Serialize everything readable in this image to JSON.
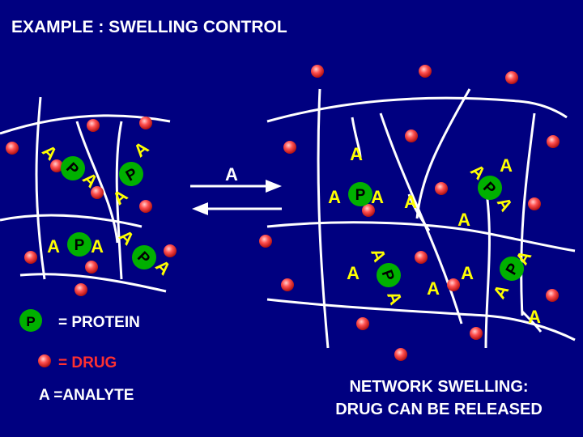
{
  "title": "EXAMPLE : SWELLING CONTROL",
  "arrow_label": "A",
  "legend": {
    "protein_symbol": "P",
    "protein_text": "= PROTEIN",
    "drug_text": "= DRUG",
    "analyte_text": "A =ANALYTE"
  },
  "caption": {
    "line1": "NETWORK SWELLING:",
    "line2": "DRUG CAN BE RELEASED"
  },
  "letters": {
    "analyte": "A",
    "protein": "P"
  },
  "colors": {
    "background": "#000080",
    "network_line": "#ffffff",
    "analyte_yellow": "#ffff00",
    "protein_green": "#00b000",
    "drug_red": "#e83030",
    "drug_highlight": "#ffc0c0",
    "title_text": "#ffffff",
    "drug_label_text": "#ff3030",
    "arrow": "#ffffff"
  }
}
